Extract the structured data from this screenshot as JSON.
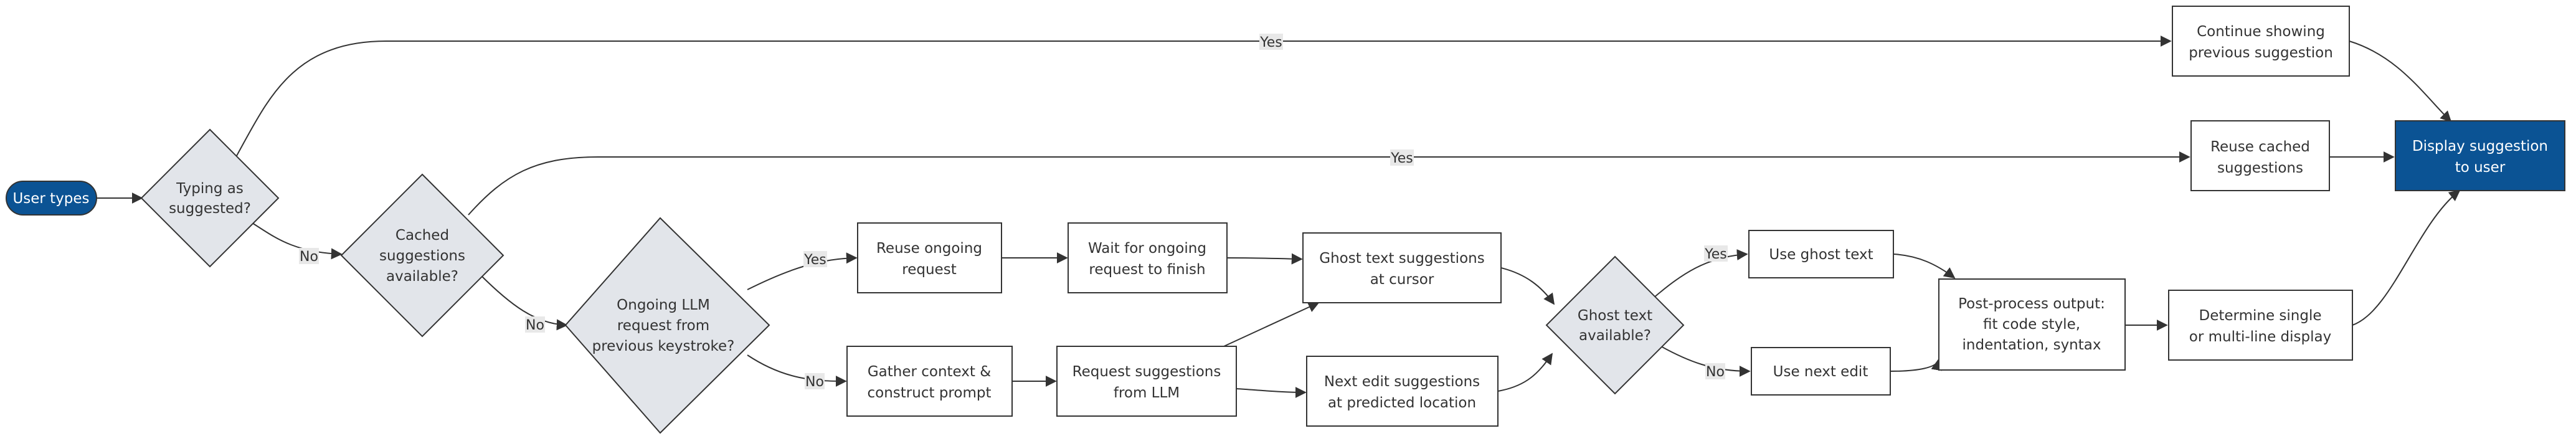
{
  "diagram": {
    "colors": {
      "node_fill": "#ffffff",
      "node_stroke": "#333333",
      "decision_fill": "#e2e5ea",
      "terminal_fill": "#0b5394",
      "terminal_text": "#ffffff",
      "edge_label_bg": "#e8e8e8"
    },
    "nodes": {
      "user_types": {
        "lines": [
          "User types"
        ]
      },
      "typing_as_suggested": {
        "lines": [
          "Typing as",
          "suggested?"
        ]
      },
      "cached_available": {
        "lines": [
          "Cached",
          "suggestions",
          "available?"
        ]
      },
      "ongoing_request": {
        "lines": [
          "Ongoing LLM",
          "request from",
          "previous keystroke?"
        ]
      },
      "continue_showing": {
        "lines": [
          "Continue showing",
          "previous suggestion"
        ]
      },
      "reuse_cached": {
        "lines": [
          "Reuse cached",
          "suggestions"
        ]
      },
      "reuse_ongoing": {
        "lines": [
          "Reuse ongoing",
          "request"
        ]
      },
      "wait_ongoing": {
        "lines": [
          "Wait for ongoing",
          "request to finish"
        ]
      },
      "gather_context": {
        "lines": [
          "Gather context &",
          "construct prompt"
        ]
      },
      "request_llm": {
        "lines": [
          "Request suggestions",
          "from LLM"
        ]
      },
      "ghost_text_cursor": {
        "lines": [
          "Ghost text suggestions",
          "at cursor"
        ]
      },
      "next_edit_predicted": {
        "lines": [
          "Next edit suggestions",
          "at predicted location"
        ]
      },
      "ghost_text_available": {
        "lines": [
          "Ghost text",
          "available?"
        ]
      },
      "use_ghost_text": {
        "lines": [
          "Use ghost text"
        ]
      },
      "use_next_edit": {
        "lines": [
          "Use next edit"
        ]
      },
      "post_process": {
        "lines": [
          "Post-process output:",
          "fit code style,",
          "indentation, syntax"
        ]
      },
      "determine_display": {
        "lines": [
          "Determine single",
          "or multi-line display"
        ]
      },
      "display_suggestion": {
        "lines": [
          "Display suggestion",
          "to user"
        ]
      }
    },
    "edge_labels": {
      "yes": "Yes",
      "no": "No"
    }
  }
}
